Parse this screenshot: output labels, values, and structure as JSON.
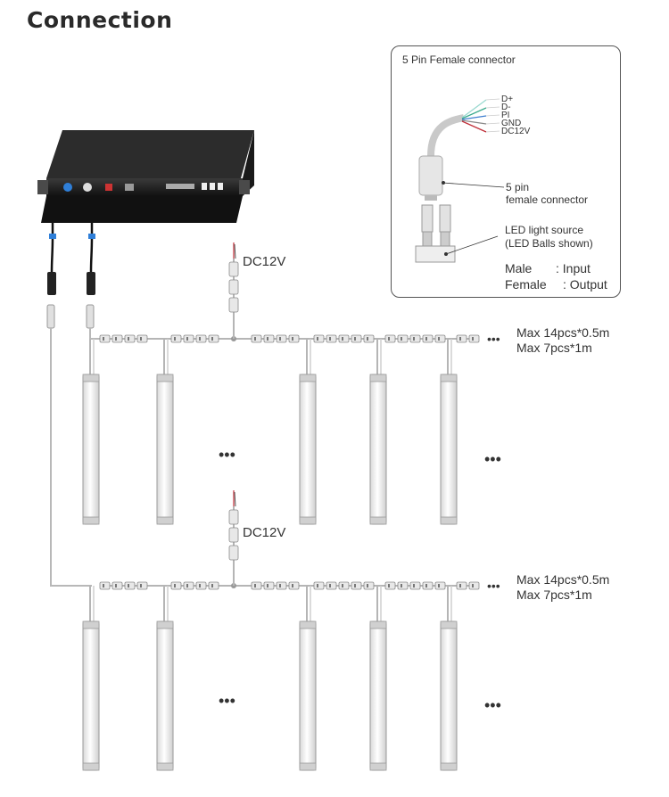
{
  "title": "Connection",
  "legend": {
    "heading": "5 Pin Female connector",
    "pins": [
      "D+",
      "D-",
      "PI",
      "GND",
      "DC12V"
    ],
    "pin_colors": [
      "#9ad9d0",
      "#3aaa8c",
      "#3f7fd0",
      "#888888",
      "#c0303a"
    ],
    "connector_label_1": "5 pin",
    "connector_label_2": "female connector",
    "source_label_1": "LED light source",
    "source_label_2": "(LED Balls shown)",
    "male_label": "Male",
    "male_value": ": Input",
    "female_label": "Female",
    "female_value": ": Output"
  },
  "rows": [
    {
      "power": "DC12V",
      "max_1": "Max 14pcs*0.5m",
      "max_2": "Max 7pcs*1m",
      "dots_top": "•••",
      "dots_mid_1": "•••",
      "dots_mid_2": "•••"
    },
    {
      "power": "DC12V",
      "max_1": "Max 14pcs*0.5m",
      "max_2": "Max 7pcs*1m",
      "dots_top": "•••",
      "dots_mid_1": "•••",
      "dots_mid_2": "•••"
    }
  ]
}
